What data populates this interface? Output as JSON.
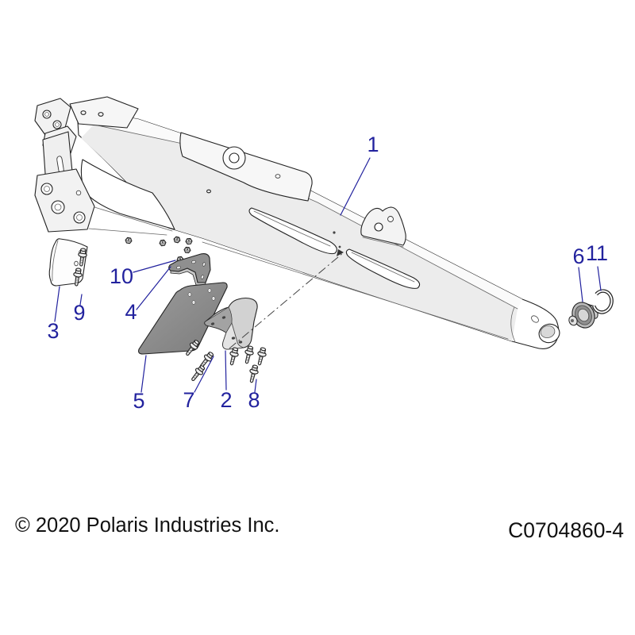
{
  "callouts": [
    {
      "label": "1"
    },
    {
      "label": "2"
    },
    {
      "label": "3"
    },
    {
      "label": "4"
    },
    {
      "label": "5"
    },
    {
      "label": "6"
    },
    {
      "label": "7"
    },
    {
      "label": "8"
    },
    {
      "label": "9"
    },
    {
      "label": "10"
    },
    {
      "label": "11"
    }
  ],
  "footer": {
    "copyright": "© 2020 Polaris Industries Inc.",
    "part_number": "C0704860-4"
  },
  "colors": {
    "callout_blue": "#22229e",
    "line": "#222222",
    "shield_gray": "#8a8a8a",
    "background": "#ffffff"
  }
}
